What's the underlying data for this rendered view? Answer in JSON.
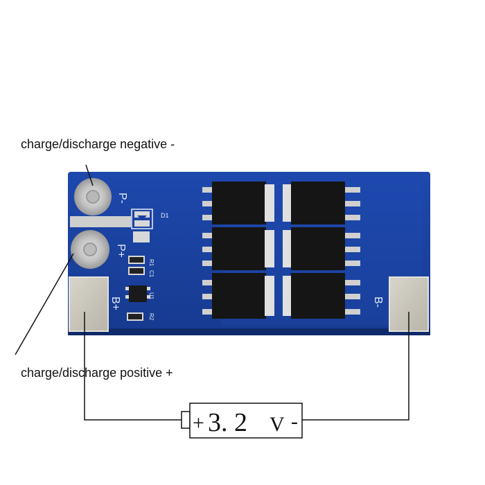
{
  "labels": {
    "negative": "charge/discharge negative -",
    "positive": "charge/discharge positive +"
  },
  "silkscreen": {
    "p_minus": "P-",
    "p_plus": "P+",
    "b_plus": "B+",
    "b_minus": "B-",
    "d1": "D1",
    "r1": "R1",
    "c1": "C1",
    "u1": "U1",
    "r2": "R2"
  },
  "battery": {
    "plus": "+",
    "voltage": "3. 2",
    "unit": "V",
    "minus": "-"
  },
  "colors": {
    "pcb": "#1a3f9a",
    "pad": "#c9c6bd",
    "chip": "#141414",
    "wire": "#111111"
  }
}
